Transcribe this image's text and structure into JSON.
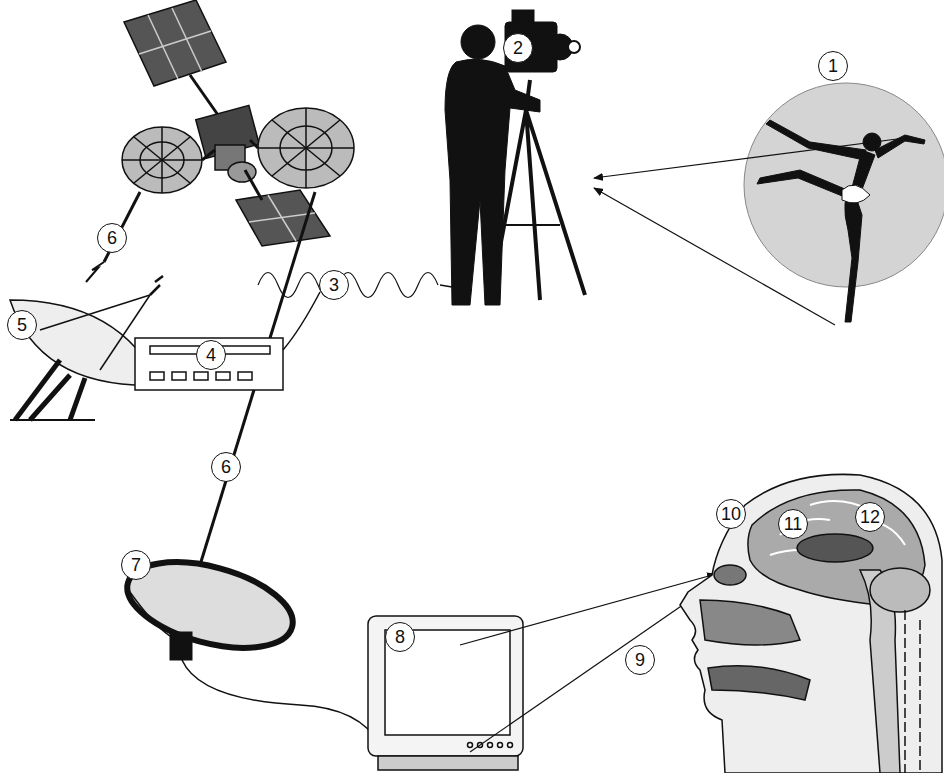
{
  "diagram": {
    "labels": [
      "1",
      "2",
      "3",
      "4",
      "5",
      "6",
      "6",
      "7",
      "8",
      "9",
      "10",
      "11",
      "12"
    ]
  }
}
